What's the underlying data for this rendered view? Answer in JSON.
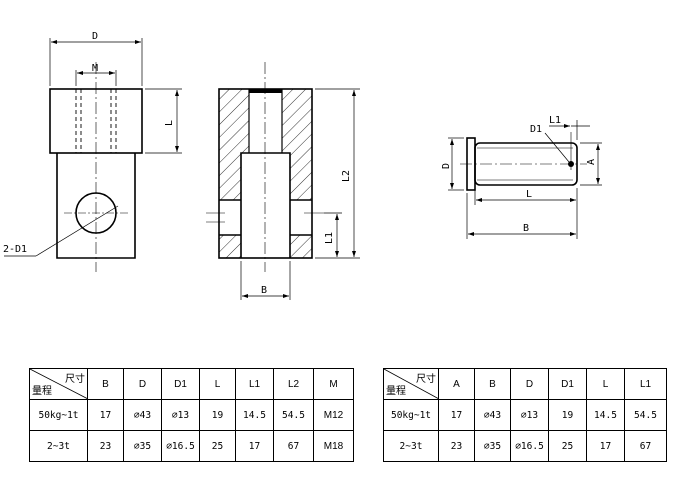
{
  "labels": {
    "front_width": "D",
    "front_slot": "M",
    "front_height": "L",
    "front_hole": "2-D1",
    "section_total": "L2",
    "section_offset": "L1",
    "section_width": "B",
    "pin_hole_dia": "D1",
    "pin_hole_pos": "L1",
    "pin_head_dia": "D",
    "pin_shaft": "A",
    "pin_length": "L",
    "pin_total": "B"
  },
  "table1": {
    "corner_top": "尺寸",
    "corner_bottom": "量程",
    "headers": [
      "B",
      "D",
      "D1",
      "L",
      "L1",
      "L2",
      "M"
    ],
    "rows": [
      {
        "range": "50kg~1t",
        "cells": [
          "17",
          "⌀43",
          "⌀13",
          "19",
          "14.5",
          "54.5",
          "M12"
        ]
      },
      {
        "range": "2~3t",
        "cells": [
          "23",
          "⌀35",
          "⌀16.5",
          "25",
          "17",
          "67",
          "M18"
        ]
      }
    ]
  },
  "table2": {
    "corner_top": "尺寸",
    "corner_bottom": "量程",
    "headers": [
      "A",
      "B",
      "D",
      "D1",
      "L",
      "L1"
    ],
    "rows": [
      {
        "range": "50kg~1t",
        "cells": [
          "17",
          "⌀43",
          "⌀13",
          "19",
          "14.5",
          "54.5"
        ]
      },
      {
        "range": "2~3t",
        "cells": [
          "23",
          "⌀35",
          "⌀16.5",
          "25",
          "17",
          "67"
        ]
      }
    ]
  }
}
